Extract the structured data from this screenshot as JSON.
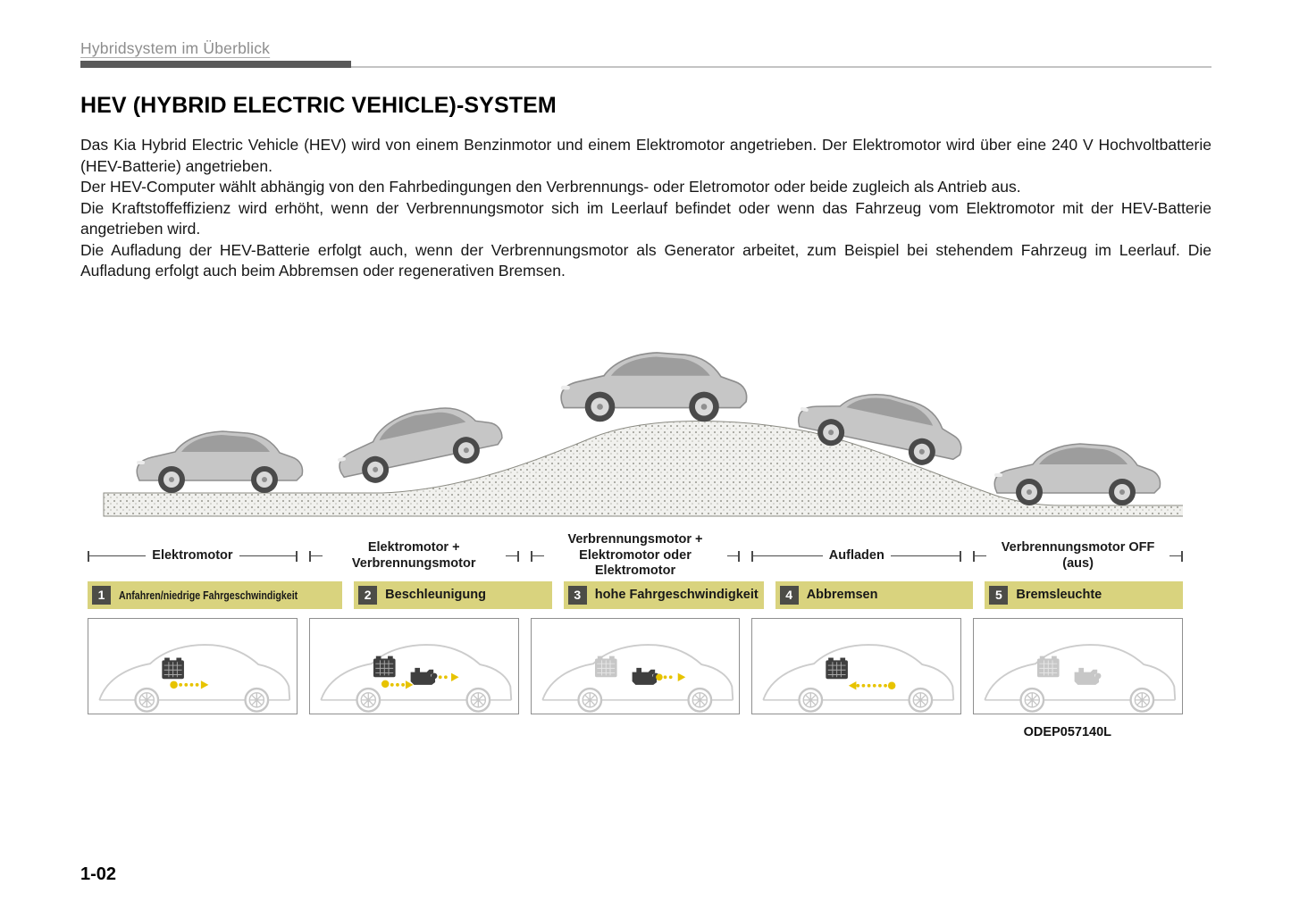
{
  "page": {
    "chapter": "Hybridsystem im Überblick",
    "title": "HEV (HYBRID ELECTRIC VEHICLE)-SYSTEM",
    "page_number": "1-02"
  },
  "paragraphs": [
    "Das Kia Hybrid Electric Vehicle (HEV) wird von einem Benzinmotor und einem Elektromotor angetrieben. Der Elektromotor wird über eine 240 V Hochvoltbatterie (HEV-Batterie) angetrieben.",
    "Der HEV-Computer wählt abhängig von den Fahrbedingungen den Verbrennungs- oder Eletromotor oder beide zugleich als Antrieb aus.",
    "Die Kraftstoffeffizienz wird erhöht, wenn der Verbrennungsmotor sich im Leerlauf befindet oder wenn das Fahrzeug vom Elektromotor mit der HEV-Batterie angetrieben wird.",
    "Die Aufladung der HEV-Batterie erfolgt auch, wenn der Verbrennungsmotor als Generator arbeitet, zum Beispiel bei stehendem Fahrzeug im Leerlauf. Die Aufladung erfolgt auch beim Abbremsen oder regenerativen Bremsen."
  ],
  "diagram": {
    "phases": [
      {
        "number": "1",
        "mode": "Elektromotor",
        "condition": "Anfahren/niedrige Fahrgeschwindigkeit"
      },
      {
        "number": "2",
        "mode": "Elektromotor + Verbrennungsmotor",
        "condition": "Beschleunigung"
      },
      {
        "number": "3",
        "mode": "Verbrennungsmotor + Elektromotor oder Elektromotor",
        "condition": "hohe Fahrgeschwindigkeit"
      },
      {
        "number": "4",
        "mode": "Aufladen",
        "condition": "Abbremsen"
      },
      {
        "number": "5",
        "mode": "Verbrennungsmotor OFF (aus)",
        "condition": "Bremsleuchte"
      }
    ],
    "image_code": "ODEP057140L"
  },
  "colors": {
    "highlight_bar": "#d9d37e",
    "badge": "#4c4c47",
    "arrow": "#e7c300"
  }
}
